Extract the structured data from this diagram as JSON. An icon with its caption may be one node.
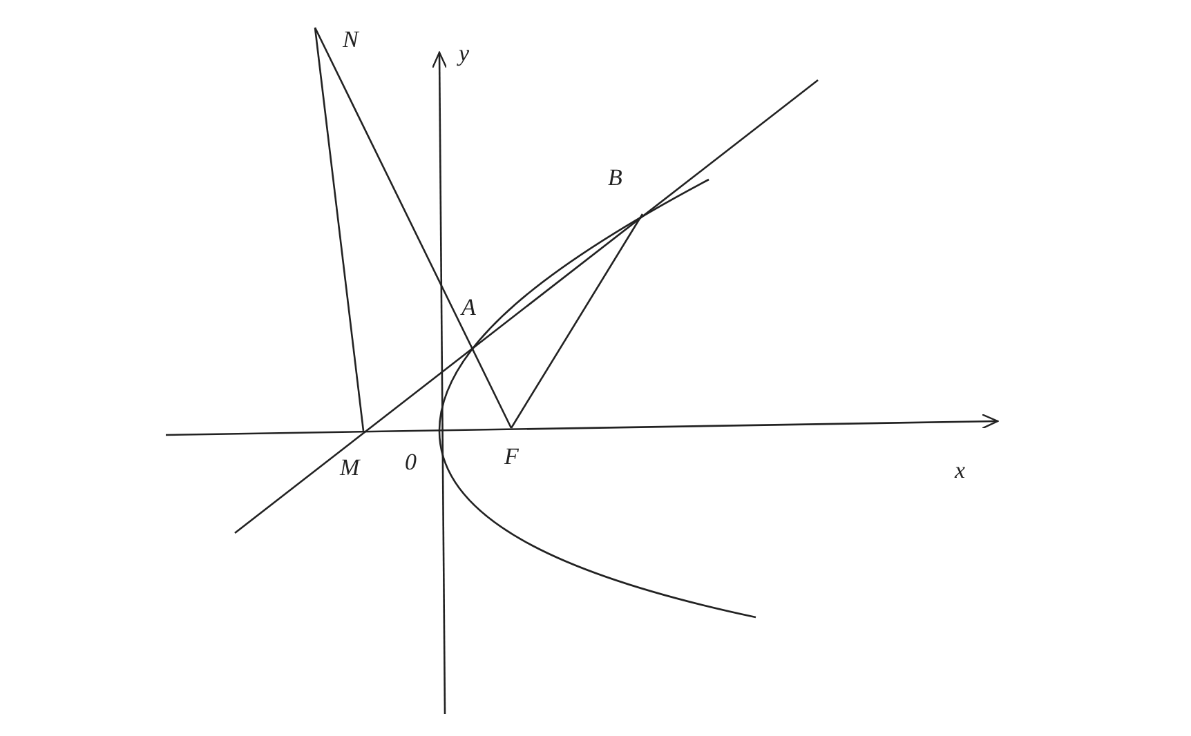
{
  "diagram": {
    "labels": [
      "N",
      "y",
      "B",
      "A",
      "M",
      "0",
      "F",
      "x"
    ]
  }
}
